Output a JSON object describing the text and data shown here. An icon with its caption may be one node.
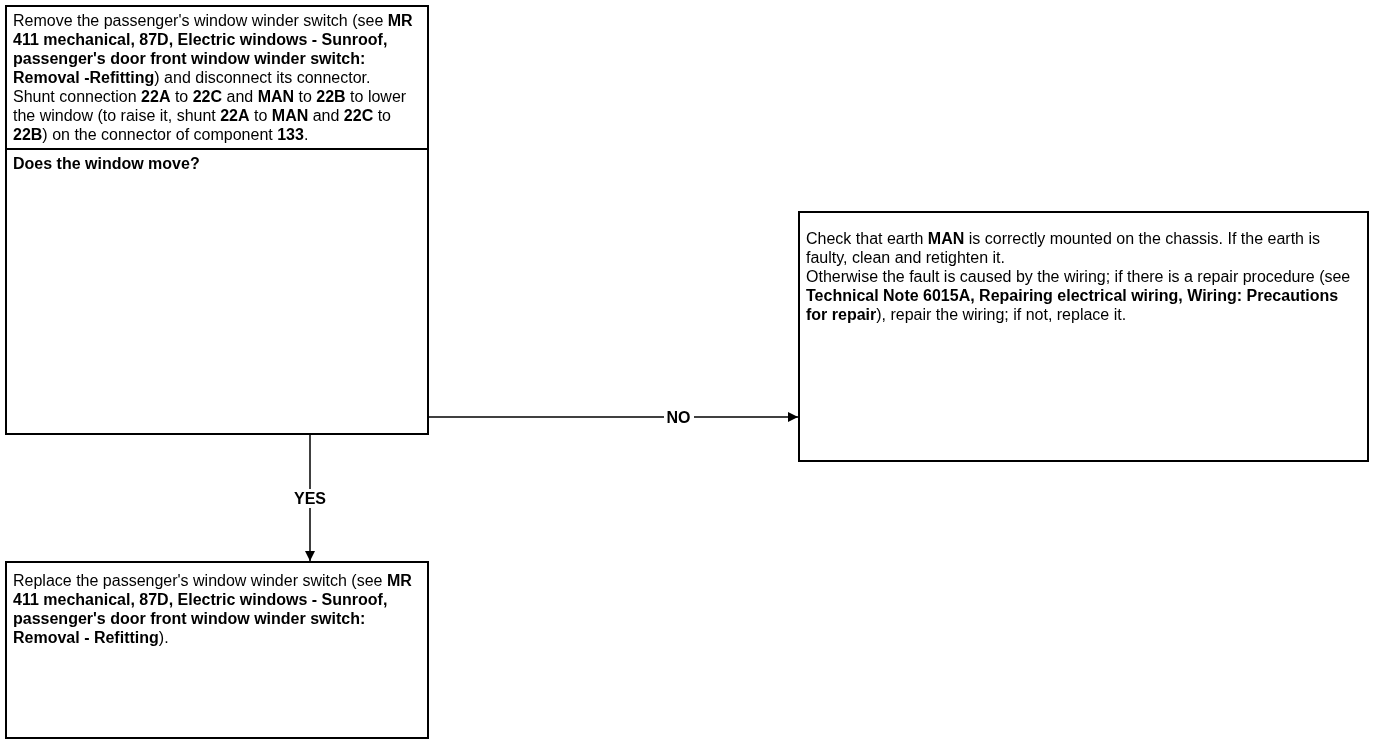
{
  "diagram": {
    "nodes": [
      {
        "text": [
          "Remove the passenger's window winder switch (see **MR 411 mechanical, 87D, Electric windows - Sunroof, passenger's door front window winder switch: Removal -Refitting**) and disconnect its connector.",
          "Shunt connection **22A** to **22C** and **MAN** to **22B** to lower the window (to raise it, shunt **22A** to **MAN** and **22C** to **22B**) on the connector of component **133**.",
          "Does the window move?"
        ]
      },
      {
        "text": [
          "Check that earth **MAN** is correctly mounted on the chassis. If the earth is faulty, clean and retighten it.",
          "Otherwise the fault is caused by the wiring; if there is a repair procedure (see **Technical Note 6015A, Repairing electrical wiring, Wiring: Precautions for repair**), repair the wiring; if not, replace it."
        ]
      },
      {
        "text": [
          "Replace the passenger's window winder switch (see **MR 411 mechanical, 87D, Electric windows - Sunroof, passenger's door front window winder switch: Removal - Refitting**)."
        ]
      }
    ],
    "edges": [
      {
        "from": 0,
        "to": 1,
        "arrow": "to",
        "label": "NO"
      },
      {
        "from": 0,
        "to": 2,
        "arrow": "to",
        "label": "YES"
      }
    ]
  }
}
